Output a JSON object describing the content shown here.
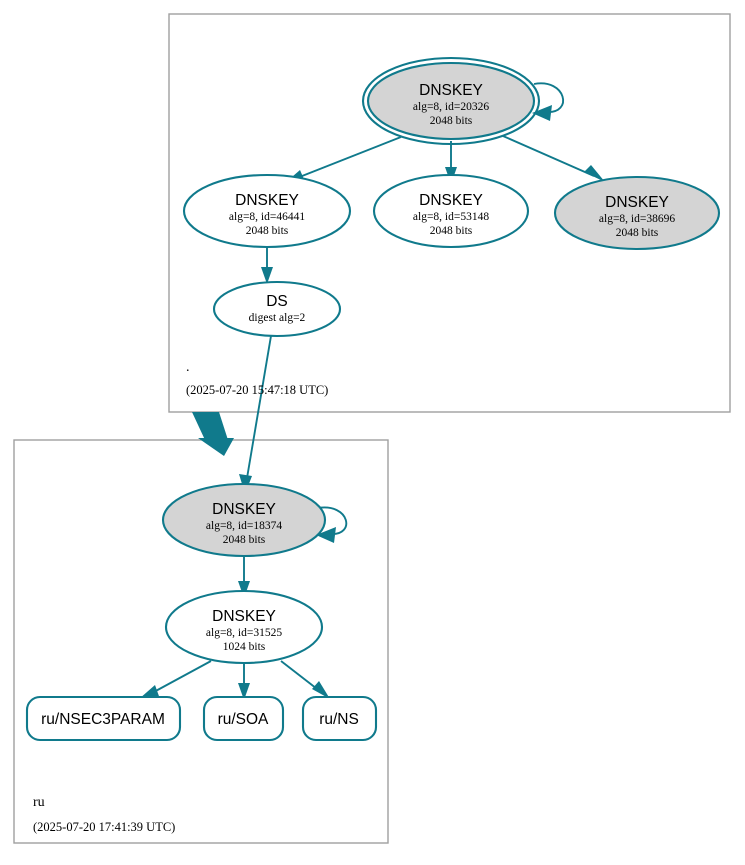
{
  "diagram": {
    "type": "dnssec-chain-of-trust",
    "colors": {
      "accent": "#107a8c",
      "node_fill_secure": "#d4d4d4",
      "node_fill_plain": "#ffffff",
      "zone_border": "#a0a0a0",
      "text": "#000000"
    }
  },
  "zones": [
    {
      "id": "root",
      "name": ".",
      "timestamp": "(2025-07-20 15:47:18 UTC)",
      "nodes": [
        {
          "id": "root-ksk-20326",
          "kind": "DNSKEY",
          "title": "DNSKEY",
          "line2": "alg=8, id=20326",
          "line3": "2048 bits",
          "alg": 8,
          "key_id": 20326,
          "key_size": "2048 bits",
          "fill": "gray",
          "trust_anchor": true,
          "self_signed": true
        },
        {
          "id": "root-zsk-46441",
          "kind": "DNSKEY",
          "title": "DNSKEY",
          "line2": "alg=8, id=46441",
          "line3": "2048 bits",
          "alg": 8,
          "key_id": 46441,
          "key_size": "2048 bits",
          "fill": "white",
          "trust_anchor": false,
          "self_signed": false
        },
        {
          "id": "root-zsk-53148",
          "kind": "DNSKEY",
          "title": "DNSKEY",
          "line2": "alg=8, id=53148",
          "line3": "2048 bits",
          "alg": 8,
          "key_id": 53148,
          "key_size": "2048 bits",
          "fill": "white",
          "trust_anchor": false,
          "self_signed": false
        },
        {
          "id": "root-ksk-38696",
          "kind": "DNSKEY",
          "title": "DNSKEY",
          "line2": "alg=8, id=38696",
          "line3": "2048 bits",
          "alg": 8,
          "key_id": 38696,
          "key_size": "2048 bits",
          "fill": "gray",
          "trust_anchor": false,
          "self_signed": false
        },
        {
          "id": "root-ds",
          "kind": "DS",
          "title": "DS",
          "line2": "digest alg=2",
          "line3": "",
          "fill": "white",
          "trust_anchor": false,
          "self_signed": false
        }
      ]
    },
    {
      "id": "ru",
      "name": "ru",
      "timestamp": "(2025-07-20 17:41:39 UTC)",
      "nodes": [
        {
          "id": "ru-ksk-18374",
          "kind": "DNSKEY",
          "title": "DNSKEY",
          "line2": "alg=8, id=18374",
          "line3": "2048 bits",
          "alg": 8,
          "key_id": 18374,
          "key_size": "2048 bits",
          "fill": "gray",
          "trust_anchor": false,
          "self_signed": true
        },
        {
          "id": "ru-zsk-31525",
          "kind": "DNSKEY",
          "title": "DNSKEY",
          "line2": "alg=8, id=31525",
          "line3": "1024 bits",
          "alg": 8,
          "key_id": 31525,
          "key_size": "1024 bits",
          "fill": "white",
          "trust_anchor": false,
          "self_signed": false
        }
      ],
      "rrsets": [
        {
          "id": "ru-nsec3param",
          "label": "ru/NSEC3PARAM"
        },
        {
          "id": "ru-soa",
          "label": "ru/SOA"
        },
        {
          "id": "ru-ns",
          "label": "ru/NS"
        }
      ]
    }
  ],
  "edges": [
    {
      "from": "root-ksk-20326",
      "to": "root-ksk-20326",
      "kind": "self-sign"
    },
    {
      "from": "root-ksk-20326",
      "to": "root-zsk-46441",
      "kind": "sign"
    },
    {
      "from": "root-ksk-20326",
      "to": "root-zsk-53148",
      "kind": "sign"
    },
    {
      "from": "root-ksk-20326",
      "to": "root-ksk-38696",
      "kind": "sign"
    },
    {
      "from": "root-zsk-46441",
      "to": "root-ds",
      "kind": "sign"
    },
    {
      "from": "root-ds",
      "to": "ru-ksk-18374",
      "kind": "delegation"
    },
    {
      "from": "ru-ksk-18374",
      "to": "ru-ksk-18374",
      "kind": "self-sign"
    },
    {
      "from": "ru-ksk-18374",
      "to": "ru-zsk-31525",
      "kind": "sign"
    },
    {
      "from": "ru-zsk-31525",
      "to": "ru-nsec3param",
      "kind": "sign"
    },
    {
      "from": "ru-zsk-31525",
      "to": "ru-soa",
      "kind": "sign"
    },
    {
      "from": "ru-zsk-31525",
      "to": "ru-ns",
      "kind": "sign"
    }
  ]
}
